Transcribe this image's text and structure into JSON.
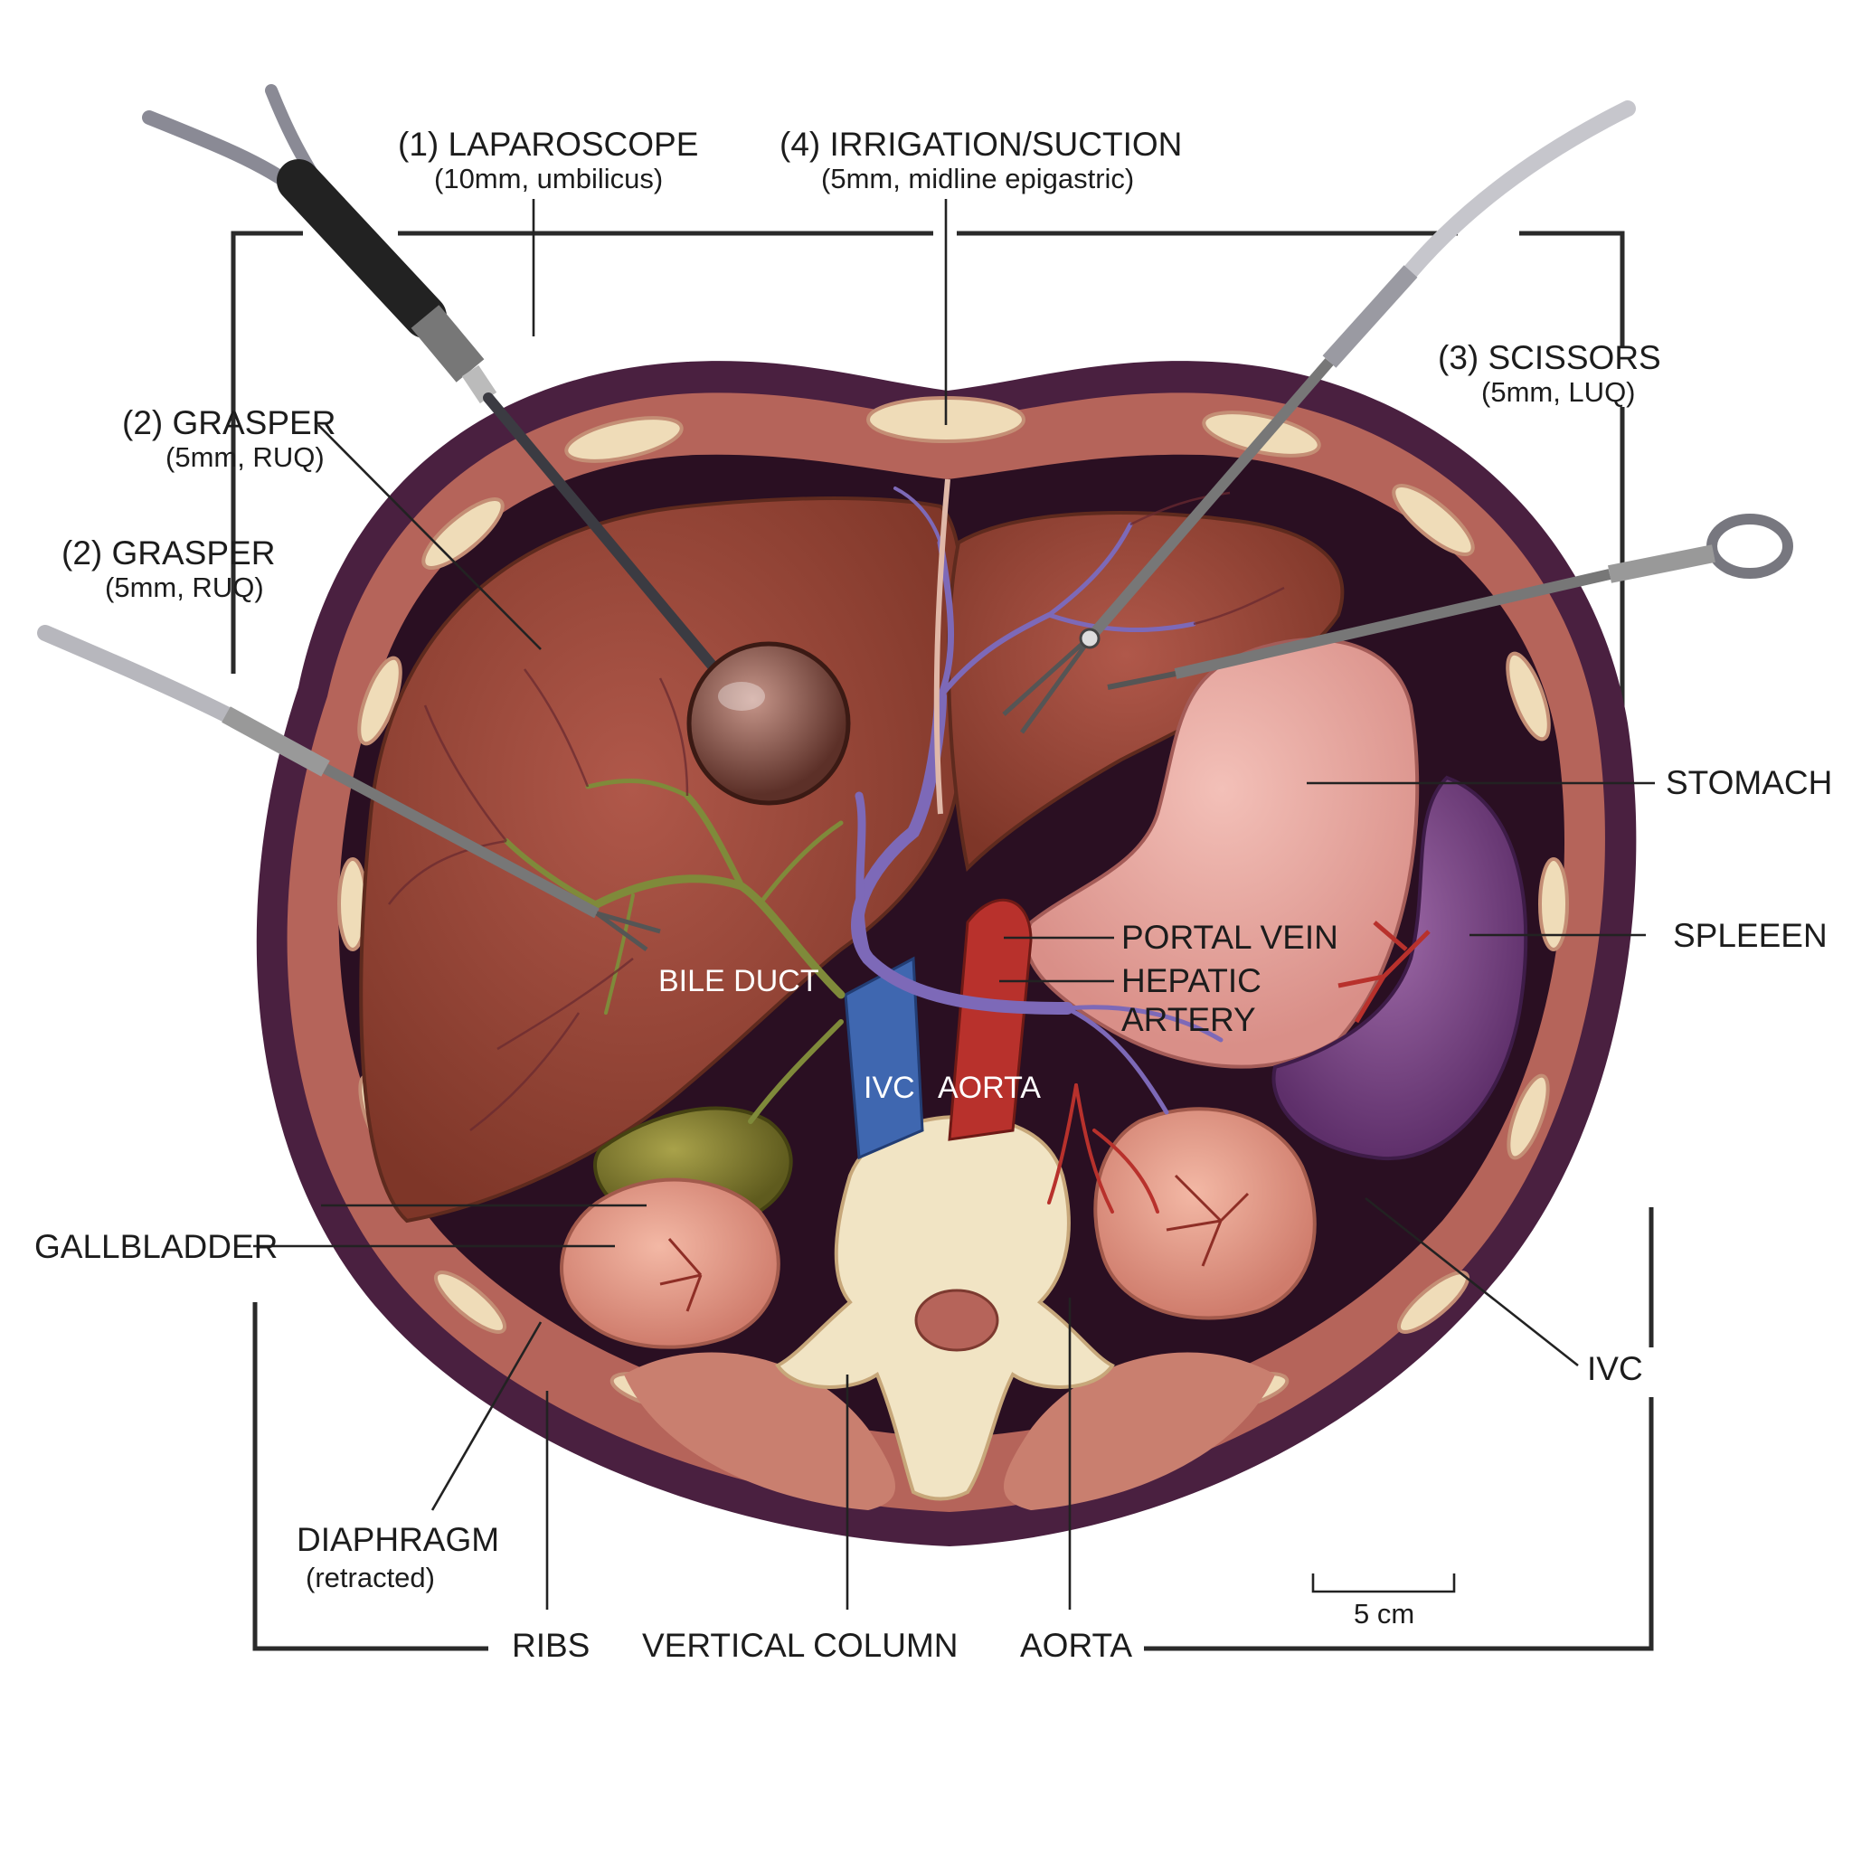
{
  "instruments": {
    "laparoscope": {
      "title": "(1) LAPAROSCOPE",
      "detail": "(10mm, umbilicus)"
    },
    "irrigation": {
      "title": "(4) IRRIGATION/SUCTION",
      "detail": "(5mm, midline epigastric)"
    },
    "scissors": {
      "title": "(3) SCISSORS",
      "detail": "(5mm, LUQ)"
    },
    "grasper_upper": {
      "title": "(2) GRASPER",
      "detail": "(5mm, RUQ)"
    },
    "grasper_lower": {
      "title": "(2) GRASPER",
      "detail": "(5mm, RUQ)"
    }
  },
  "anatomy": {
    "stomach": "STOMACH",
    "spleen": "SPLEEEN",
    "portal_vein": "PORTAL VEIN",
    "hepatic_artery_line1": "HEPATIC",
    "hepatic_artery_line2": "ARTERY",
    "bile_duct": "BILE DUCT",
    "ivc_inner": "IVC",
    "aorta_inner": "AORTA",
    "gallbladder": "GALLBLADDER",
    "ivc_outer": "IVC",
    "diaphragm": "DIAPHRAGM",
    "diaphragm_detail": "(retracted)",
    "ribs": "RIBS",
    "vertical_column": "VERTICAL COLUMN",
    "aorta_bottom": "AORTA"
  },
  "scale_bar": {
    "label": "5 cm"
  },
  "colors": {
    "body_wall": "#4a2040",
    "muscle": "#b5645a",
    "liver": "#9c4a38",
    "stomach": "#e8a7a0",
    "spleen": "#7c4a86",
    "gallbladder": "#7e7a32",
    "kidney": "#e8a38f",
    "bone": "#f1e4c4",
    "ivc": "#3f67b0",
    "aorta": "#b8312c",
    "portal_vein": "#7d69b8",
    "bile_duct": "#7f8a3a"
  }
}
